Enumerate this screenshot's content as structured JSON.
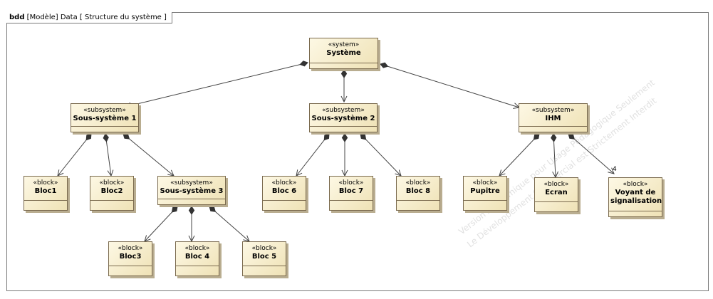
{
  "frame": {
    "kind": "bdd",
    "label": "[Modèle] Data [  Structure du système  ]"
  },
  "blocks": [
    {
      "id": "systeme",
      "stereotype": "«system»",
      "name": "Système"
    },
    {
      "id": "ss1",
      "stereotype": "«subsystem»",
      "name": "Sous-système 1"
    },
    {
      "id": "ss2",
      "stereotype": "«subsystem»",
      "name": "Sous-système 2"
    },
    {
      "id": "ihm",
      "stereotype": "«subsystem»",
      "name": "IHM"
    },
    {
      "id": "bloc1",
      "stereotype": "«block»",
      "name": "Bloc1"
    },
    {
      "id": "bloc2",
      "stereotype": "«block»",
      "name": "Bloc2"
    },
    {
      "id": "ss3",
      "stereotype": "«subsystem»",
      "name": "Sous-système 3"
    },
    {
      "id": "bloc6",
      "stereotype": "«block»",
      "name": "Bloc 6"
    },
    {
      "id": "bloc7",
      "stereotype": "«block»",
      "name": "Bloc 7"
    },
    {
      "id": "bloc8",
      "stereotype": "«block»",
      "name": "Bloc 8"
    },
    {
      "id": "pupitre",
      "stereotype": "«block»",
      "name": "Pupitre"
    },
    {
      "id": "ecran",
      "stereotype": "«block»",
      "name": "Ecran"
    },
    {
      "id": "voyant",
      "stereotype": "«block»",
      "name": "Voyant de signalisation"
    },
    {
      "id": "bloc3",
      "stereotype": "«block»",
      "name": "Bloc3"
    },
    {
      "id": "bloc4",
      "stereotype": "«block»",
      "name": "Bloc 4"
    },
    {
      "id": "bloc5",
      "stereotype": "«block»",
      "name": "Bloc 5"
    }
  ],
  "compositions": [
    {
      "from": "systeme",
      "to": "ss1"
    },
    {
      "from": "systeme",
      "to": "ss2"
    },
    {
      "from": "systeme",
      "to": "ihm"
    },
    {
      "from": "ss1",
      "to": "bloc1"
    },
    {
      "from": "ss1",
      "to": "bloc2"
    },
    {
      "from": "ss1",
      "to": "ss3"
    },
    {
      "from": "ss2",
      "to": "bloc6"
    },
    {
      "from": "ss2",
      "to": "bloc7"
    },
    {
      "from": "ss2",
      "to": "bloc8"
    },
    {
      "from": "ihm",
      "to": "pupitre"
    },
    {
      "from": "ihm",
      "to": "ecran"
    },
    {
      "from": "ihm",
      "to": "voyant",
      "multiplicity": "4"
    },
    {
      "from": "ss3",
      "to": "bloc3"
    },
    {
      "from": "ss3",
      "to": "bloc4"
    },
    {
      "from": "ss3",
      "to": "bloc5"
    }
  ],
  "watermark": {
    "line1": "Version Académique pour Usage Pédagogique Seulement",
    "line2": "Le Développement Commercial est Strictement Interdit"
  }
}
